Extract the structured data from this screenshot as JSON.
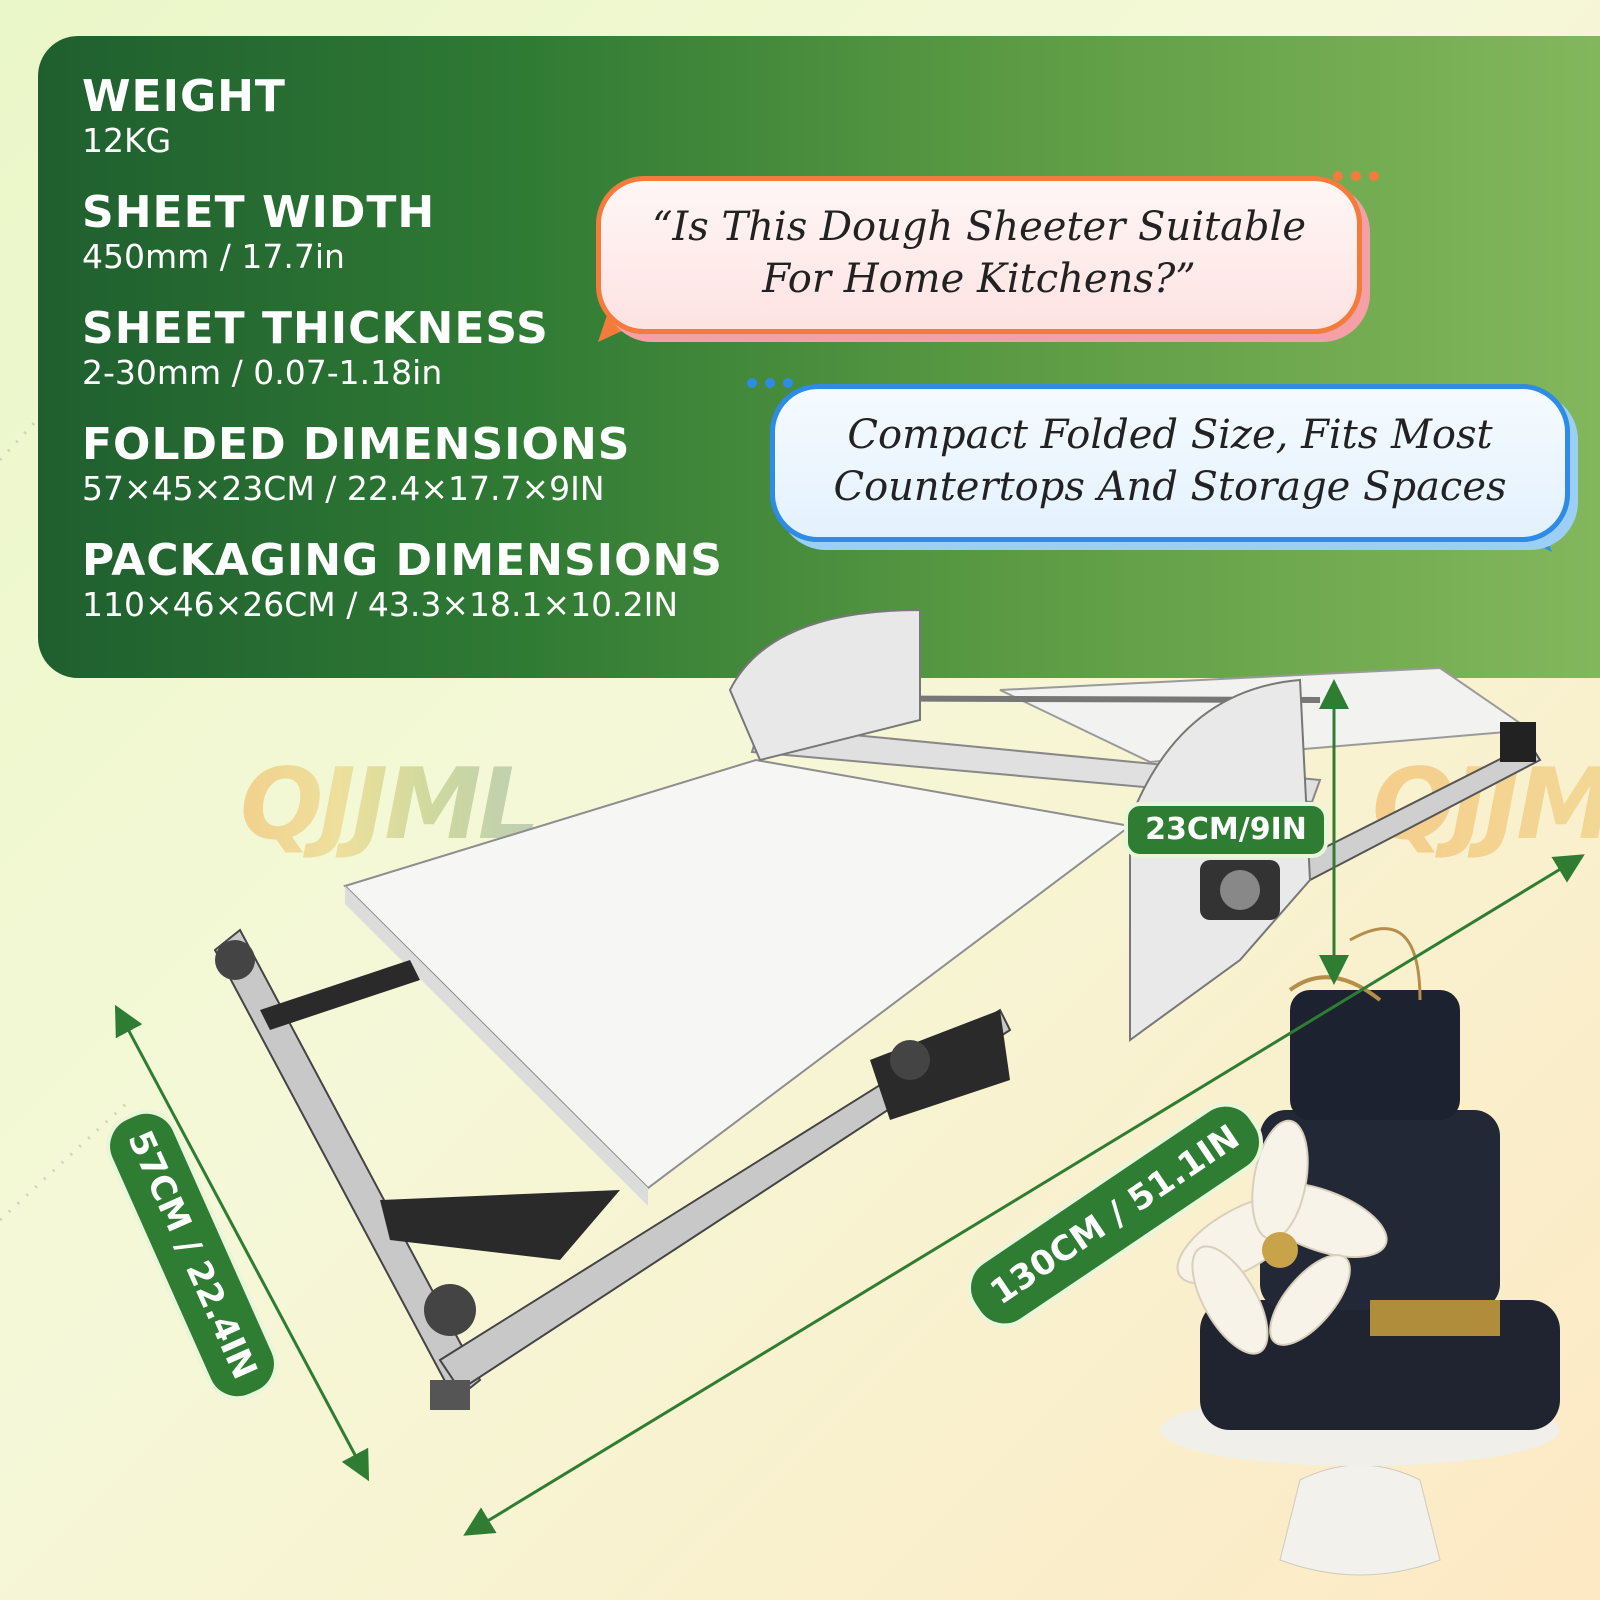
{
  "specs": [
    {
      "label": "WEIGHT",
      "value": "12KG"
    },
    {
      "label": "SHEET WIDTH",
      "value": "450mm / 17.7in"
    },
    {
      "label": "SHEET THICKNESS",
      "value": "2-30mm / 0.07-1.18in"
    },
    {
      "label": "FOLDED DIMENSIONS",
      "value": "57×45×23CM / 22.4×17.7×9IN"
    },
    {
      "label": "PACKAGING DIMENSIONS",
      "value": "110×46×26CM / 43.3×18.1×10.2IN"
    }
  ],
  "question_bubble": {
    "line1": "“Is This Dough Sheeter Suitable",
    "line2": "For Home Kitchens?”"
  },
  "answer_bubble": {
    "line1": "Compact Folded Size, Fits Most",
    "line2": "Countertops And Storage Spaces"
  },
  "dimensions": {
    "height": "23CM/9IN",
    "depth": "57CM / 22.4IN",
    "length": "130CM / 51.1IN"
  },
  "brand": "QJJML",
  "colors": {
    "panel_green": "#2f7a34",
    "badge_green": "#2e7d32",
    "question_border": "#f47b3c",
    "answer_border": "#2e8be6"
  }
}
